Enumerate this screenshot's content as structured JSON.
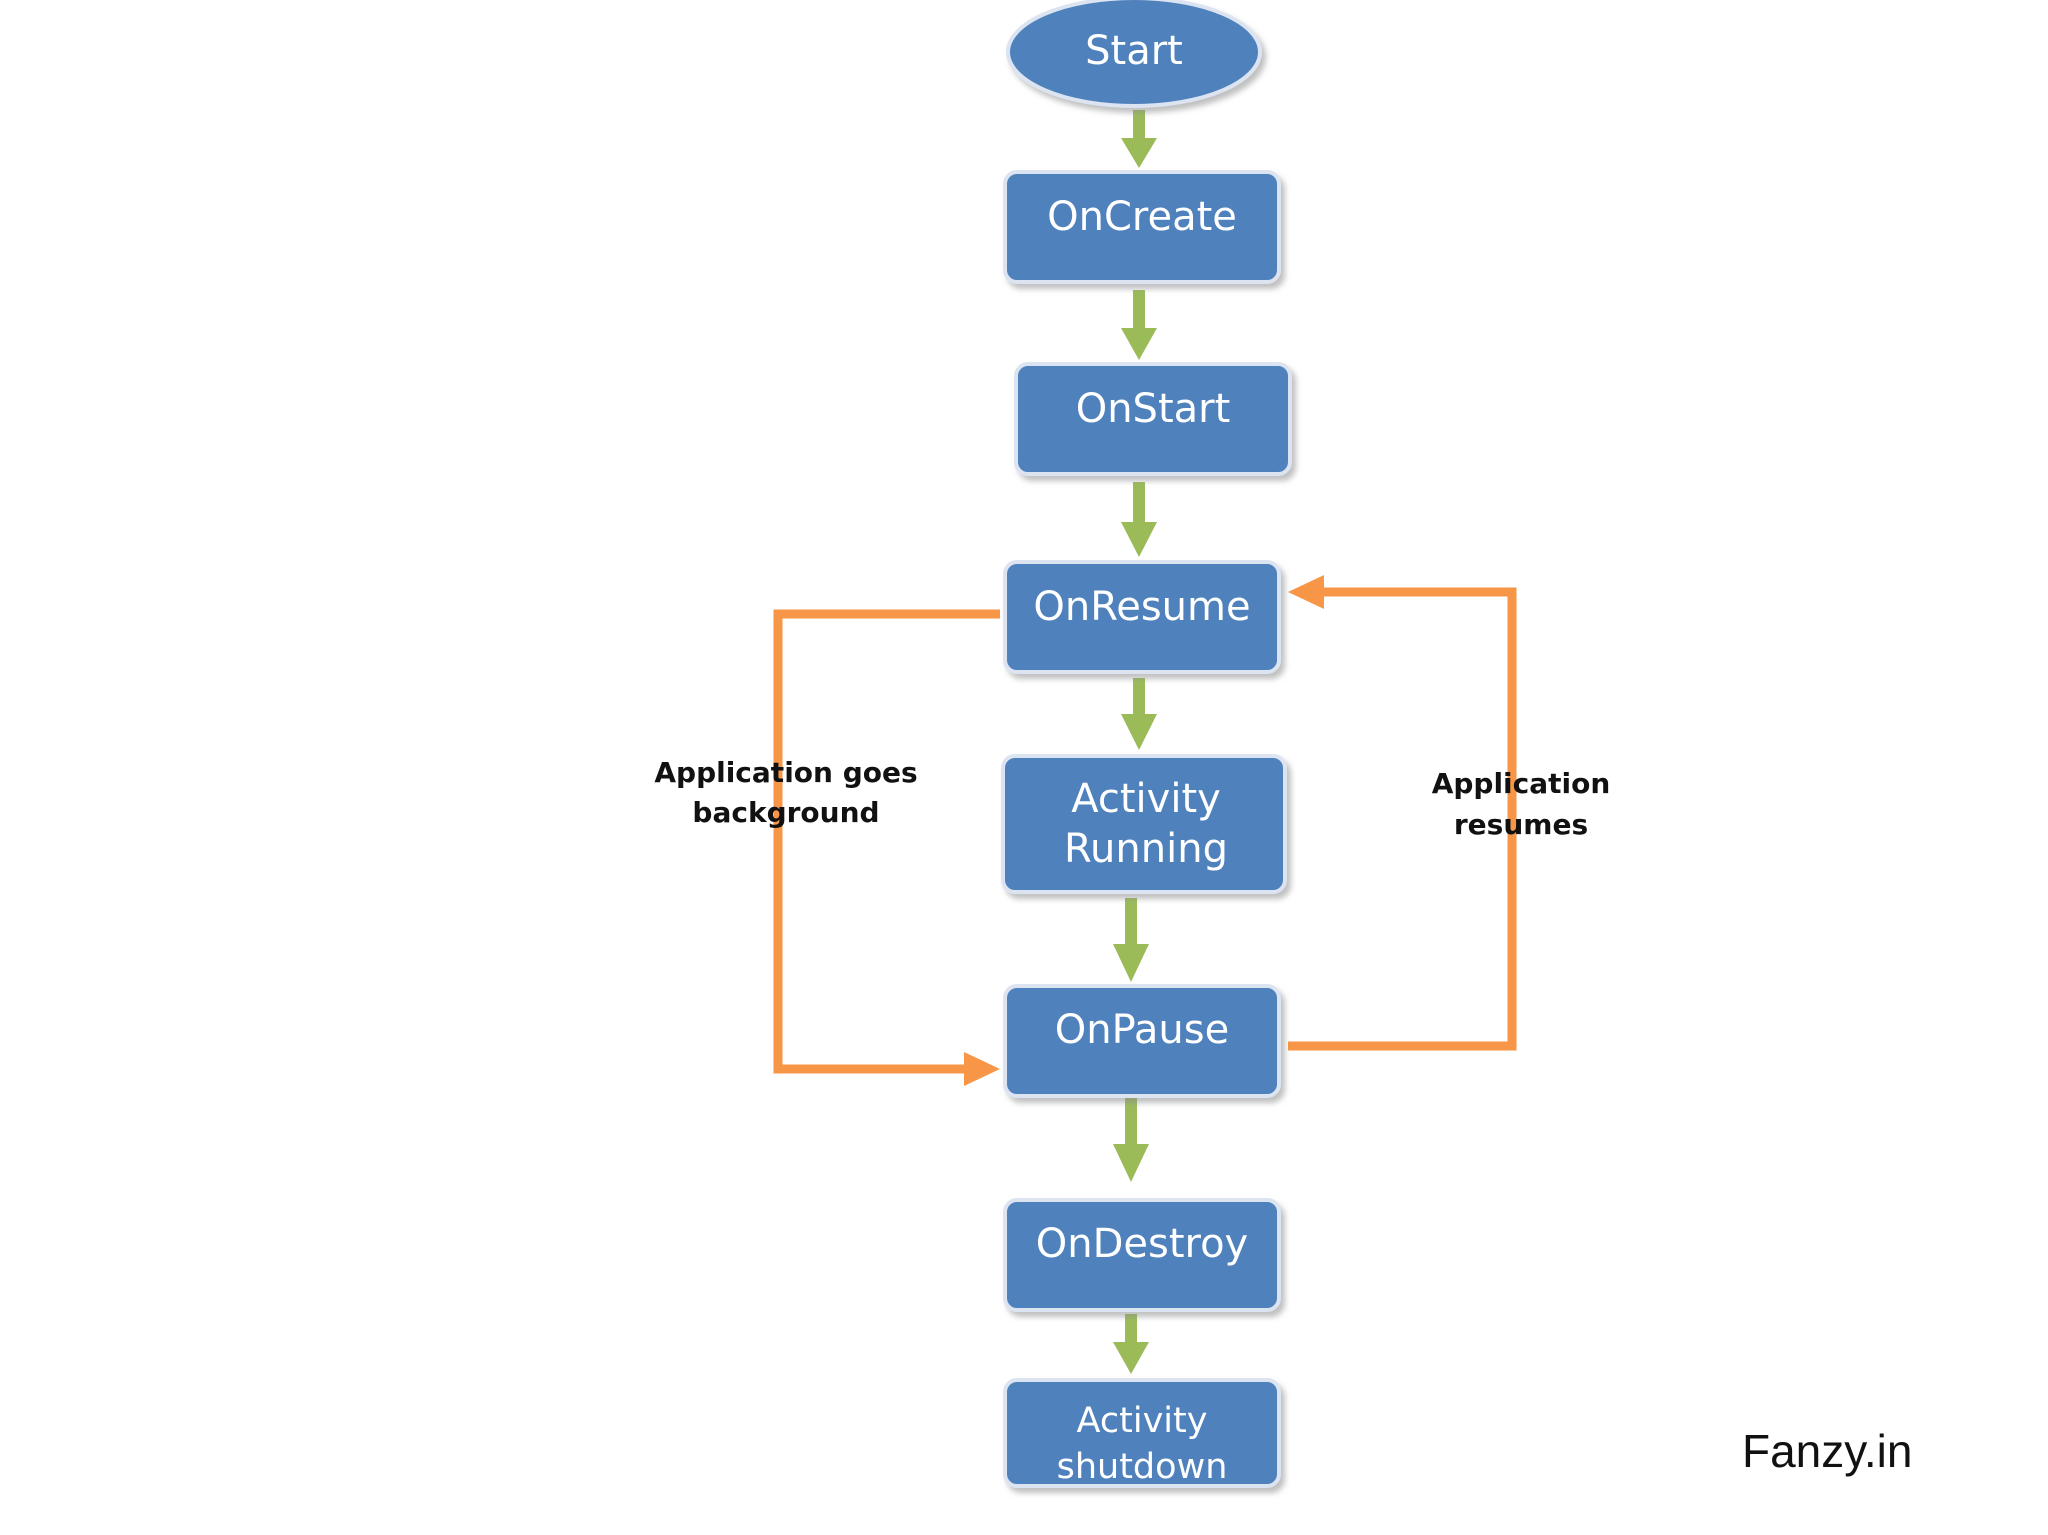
{
  "diagram": {
    "nodes": {
      "start": {
        "label": "Start"
      },
      "oncreate": {
        "label": "OnCreate"
      },
      "onstart": {
        "label": "OnStart"
      },
      "onresume": {
        "label": "OnResume"
      },
      "activity_running": {
        "line1": "Activity",
        "line2": "Running"
      },
      "onpause": {
        "label": "OnPause"
      },
      "ondestroy": {
        "label": "OnDestroy"
      },
      "activity_shutdown": {
        "line1": "Activity",
        "line2": "shutdown"
      }
    },
    "annotations": {
      "goes_background": {
        "line1": "Application goes",
        "line2": "background"
      },
      "resumes": {
        "line1": "Application",
        "line2": "resumes"
      }
    }
  },
  "watermark": "Fanzy.in",
  "colors": {
    "node_fill": "#4f81bd",
    "node_text": "#ffffff",
    "flow_arrow": "#9bbb59",
    "loop_arrow": "#f79646"
  }
}
